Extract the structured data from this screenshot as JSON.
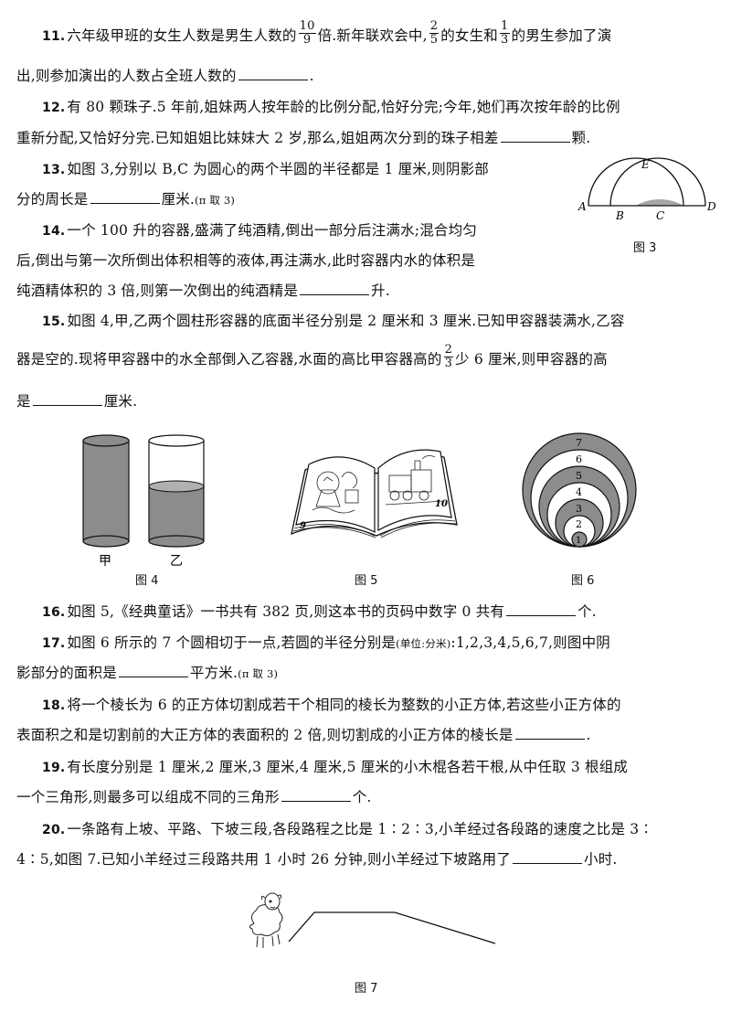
{
  "q11": {
    "num": "11.",
    "t1": "六年级甲班的女生人数是男生人数的",
    "f1n": "10",
    "f1d": "9",
    "t2": "倍.新年联欢会中,",
    "f2n": "2",
    "f2d": "5",
    "t3": "的女生和",
    "f3n": "1",
    "f3d": "3",
    "t4": "的男生参加了演",
    "t5": "出,则参加演出的人数占全班人数的",
    "t6": "."
  },
  "q12": {
    "num": "12.",
    "t1": "有 80 颗珠子.5 年前,姐妹两人按年龄的比例分配,恰好分完;今年,她们再次按年龄的比例",
    "t2": "重新分配,又恰好分完.已知姐姐比妹妹大 2 岁,那么,姐姐两次分到的珠子相差",
    "t3": "颗."
  },
  "q13": {
    "num": "13.",
    "t1": "如图 3,分别以 B,C 为圆心的两个半圆的半径都是 1 厘米,则阴影部",
    "t2": "分的周长是",
    "t3": "厘米.",
    "t4": "(π 取 3)"
  },
  "q14": {
    "num": "14.",
    "t1": "一个 100 升的容器,盛满了纯酒精,倒出一部分后注满水;混合均匀",
    "t2": "后,倒出与第一次所倒出体积相等的液体,再注满水,此时容器内水的体积是",
    "t3": "纯酒精体积的 3 倍,则第一次倒出的纯酒精是",
    "t4": "升."
  },
  "q15": {
    "num": "15.",
    "t1": "如图 4,甲,乙两个圆柱形容器的底面半径分别是 2 厘米和 3 厘米.已知甲容器装满水,乙容",
    "t2": "器是空的.现将甲容器中的水全部倒入乙容器,水面的高比甲容器高的",
    "fn": "2",
    "fd": "3",
    "t3": "少 6 厘米,则甲容器的高",
    "t4": "是",
    "t5": "厘米."
  },
  "q16": {
    "num": "16.",
    "t1": "如图 5,《经典童话》一书共有 382 页,则这本书的页码中数字 0 共有",
    "t2": "个."
  },
  "q17": {
    "num": "17.",
    "t1": "如图 6 所示的 7 个圆相切于一点,若圆的半径分别是",
    "t2": "(单位:分米)",
    "t3": ":1,2,3,4,5,6,7,则图中阴",
    "t4": "影部分的面积是",
    "t5": "平方米.",
    "t6": "(π 取 3)"
  },
  "q18": {
    "num": "18.",
    "t1": "将一个棱长为 6 的正方体切割成若干个相同的棱长为整数的小正方体,若这些小正方体的",
    "t2": "表面积之和是切割前的大正方体的表面积的 2 倍,则切割成的小正方体的棱长是",
    "t3": "."
  },
  "q19": {
    "num": "19.",
    "t1": "有长度分别是 1 厘米,2 厘米,3 厘米,4 厘米,5 厘米的小木棍各若干根,从中任取 3 根组成",
    "t2": "一个三角形,则最多可以组成不同的三角形",
    "t3": "个."
  },
  "q20": {
    "num": "20.",
    "t1": "一条路有上坡、平路、下坡三段,各段路程之比是 1∶2∶3,小羊经过各段路的速度之比是 3∶",
    "t2": "4∶5,如图 7.已知小羊经过三段路共用 1 小时 26 分钟,则小羊经过下坡路用了",
    "t3": "小时."
  },
  "fig3": {
    "caption": "图 3",
    "A": "A",
    "B": "B",
    "C": "C",
    "D": "D",
    "E": "E"
  },
  "fig4": {
    "caption": "图 4",
    "jia": "甲",
    "yi": "乙"
  },
  "fig5": {
    "caption": "图 5",
    "page_left": "9",
    "page_right": "10"
  },
  "fig6": {
    "caption": "图 6",
    "labels": [
      "1",
      "2",
      "3",
      "4",
      "5",
      "6",
      "7"
    ]
  },
  "fig7": {
    "caption": "图 7"
  }
}
